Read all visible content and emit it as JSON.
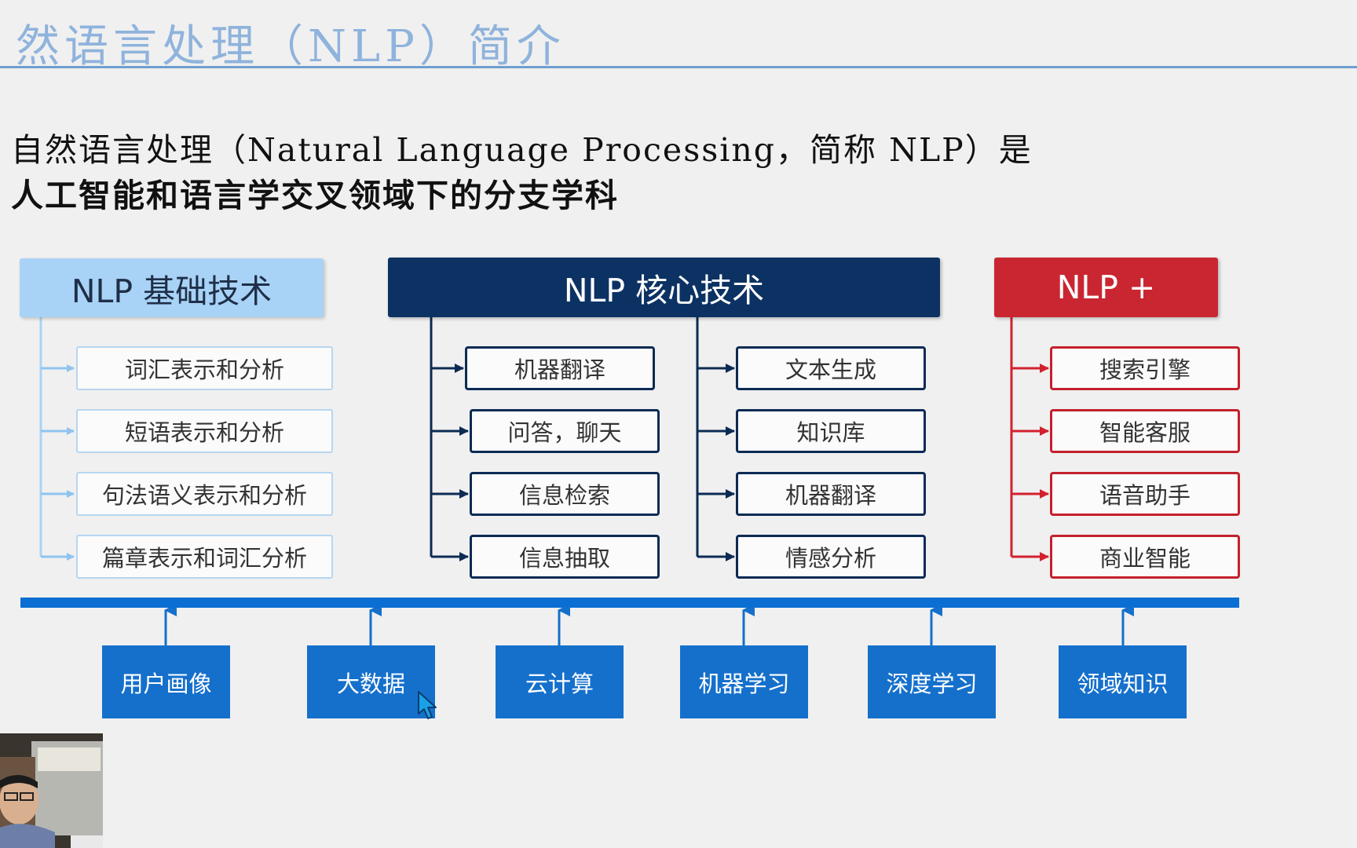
{
  "title": "然语言处理（NLP）简介",
  "intro": {
    "line1": "自然语言处理（Natural Language Processing，简称 NLP）是",
    "line2": "人工智能和语言学交叉领域下的分支学科"
  },
  "basic": {
    "header": "NLP 基础技术",
    "items": [
      "词汇表示和分析",
      "短语表示和分析",
      "句法语义表示和分析",
      "篇章表示和词汇分析"
    ]
  },
  "core": {
    "header": "NLP 核心技术",
    "left_items": [
      "机器翻译",
      "问答，聊天",
      "信息检索",
      "信息抽取"
    ],
    "right_items": [
      "文本生成",
      "知识库",
      "机器翻译",
      "情感分析"
    ]
  },
  "plus": {
    "header": "NLP  +",
    "items": [
      "搜索引擎",
      "智能客服",
      "语音助手",
      "商业智能"
    ]
  },
  "foundations": [
    "用户画像",
    "大数据",
    "云计算",
    "机器学习",
    "深度学习",
    "领域知识"
  ],
  "colors": {
    "basic_header": "#a9d3f6",
    "core_header": "#0c3263",
    "plus_header": "#c92631",
    "foundation": "#1570cc",
    "bar": "#0b6ed3",
    "title": "#8fb3dc"
  }
}
